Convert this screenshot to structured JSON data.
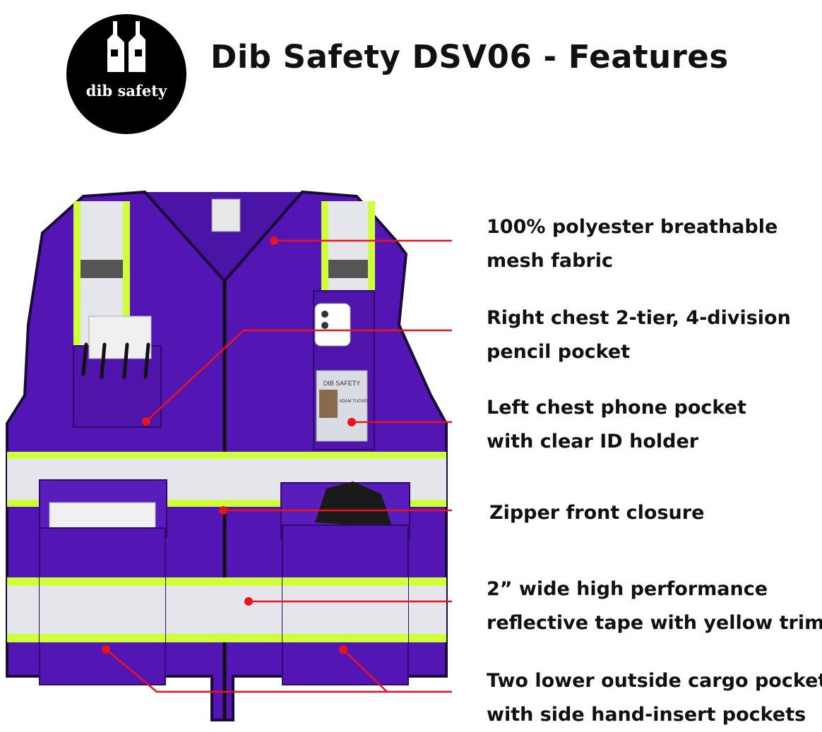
{
  "brand": {
    "logo_text": "dib safety",
    "colors": {
      "logo_bg": "#000000",
      "vest": "#5316b5",
      "vest_dark": "#3e0e8c",
      "trim": "#cfff3a",
      "reflective": "#e4e6ec",
      "callout": "#e8141c"
    },
    "icon": "vest-logo-icon"
  },
  "title": "Dib Safety DSV06 - Features",
  "features": [
    {
      "line1": "100% polyester breathable",
      "line2": "mesh fabric"
    },
    {
      "line1": "Right chest 2-tier, 4-division",
      "line2": "pencil pocket"
    },
    {
      "line1": "Left chest phone pocket",
      "line2": "with clear ID holder"
    },
    {
      "line1": "Zipper front closure",
      "line2": ""
    },
    {
      "line1": "2” wide high performance",
      "line2": "reflective tape with yellow trim"
    },
    {
      "line1": "Two lower outside cargo pockets",
      "line2": "with side hand-insert pockets"
    }
  ],
  "badge": {
    "brand": "DIB SAFETY",
    "name": "ADAM TUCKER"
  }
}
